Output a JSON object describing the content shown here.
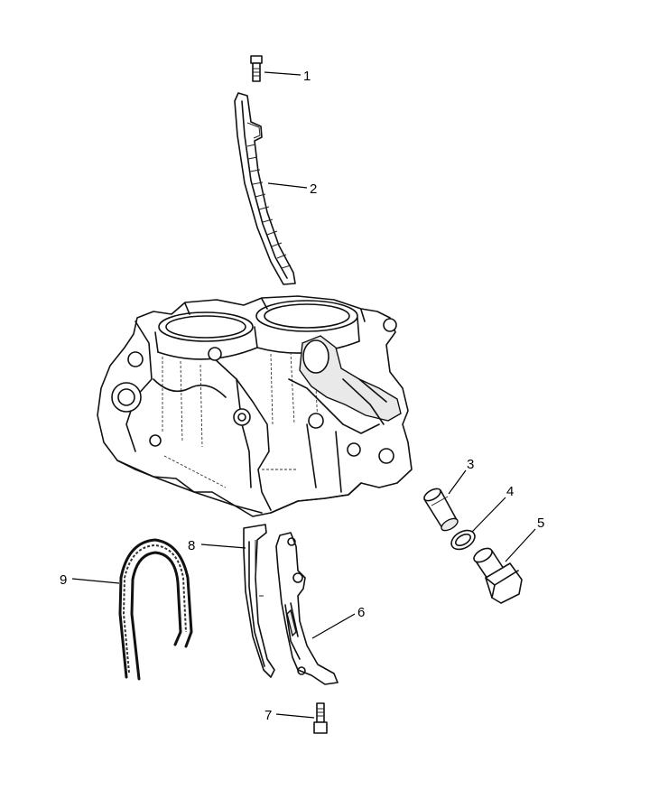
{
  "callouts": [
    {
      "id": "1",
      "label": "1",
      "part": "bolt"
    },
    {
      "id": "2",
      "label": "2",
      "part": "chain-guide"
    },
    {
      "id": "3",
      "label": "3",
      "part": "tensioner-plunger"
    },
    {
      "id": "4",
      "label": "4",
      "part": "sealing-washer"
    },
    {
      "id": "5",
      "label": "5",
      "part": "tensioner-plug"
    },
    {
      "id": "6",
      "label": "6",
      "part": "tensioner-guide"
    },
    {
      "id": "7",
      "label": "7",
      "part": "bolt"
    },
    {
      "id": "8",
      "label": "8",
      "part": "chain-guide"
    },
    {
      "id": "9",
      "label": "9",
      "part": "timing-chain"
    }
  ]
}
